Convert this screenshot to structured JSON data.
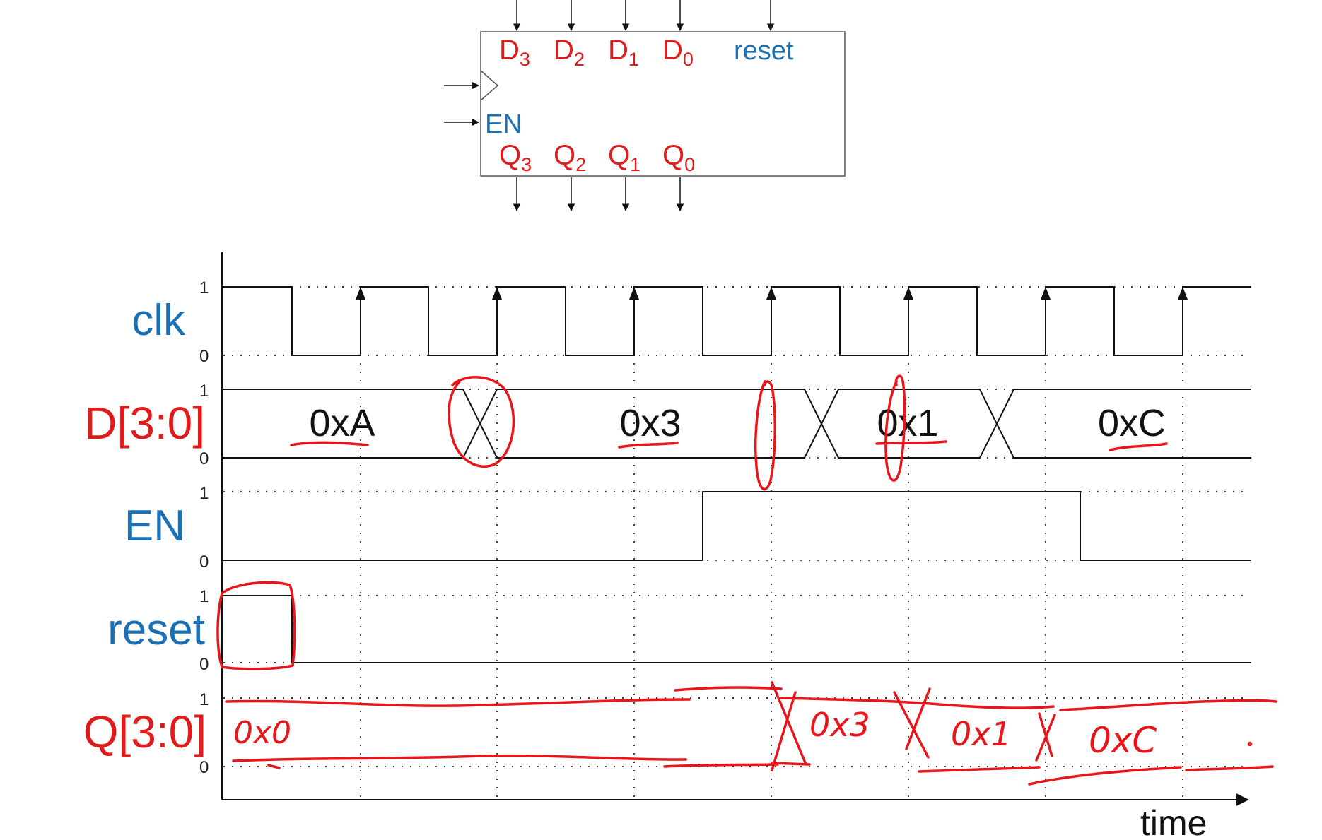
{
  "block": {
    "inputs": [
      {
        "base": "D",
        "sub": "3"
      },
      {
        "base": "D",
        "sub": "2"
      },
      {
        "base": "D",
        "sub": "1"
      },
      {
        "base": "D",
        "sub": "0"
      }
    ],
    "reset": "reset",
    "enable": "EN",
    "outputs": [
      {
        "base": "Q",
        "sub": "3"
      },
      {
        "base": "Q",
        "sub": "2"
      },
      {
        "base": "Q",
        "sub": "1"
      },
      {
        "base": "Q",
        "sub": "0"
      }
    ]
  },
  "timing": {
    "signals": [
      {
        "id": "clk",
        "label": "clk",
        "color": "#1a6fb5"
      },
      {
        "id": "d",
        "label": "D[3:0]",
        "color": "#e11b1b"
      },
      {
        "id": "en",
        "label": "EN",
        "color": "#1a6fb5"
      },
      {
        "id": "reset",
        "label": "reset",
        "color": "#1a6fb5"
      },
      {
        "id": "q",
        "label": "Q[3:0]",
        "color": "#e11b1b"
      }
    ],
    "level_high": "1",
    "level_low": "0",
    "time_label": "time",
    "d_values": [
      "0xA",
      "0x3",
      "0x1",
      "0xC"
    ],
    "q_handwritten": [
      "0x0",
      "0x3",
      "0x1",
      "0xC"
    ]
  },
  "colors": {
    "ink": "#111111",
    "annotation": "#e8161b",
    "grid": "#333333"
  }
}
